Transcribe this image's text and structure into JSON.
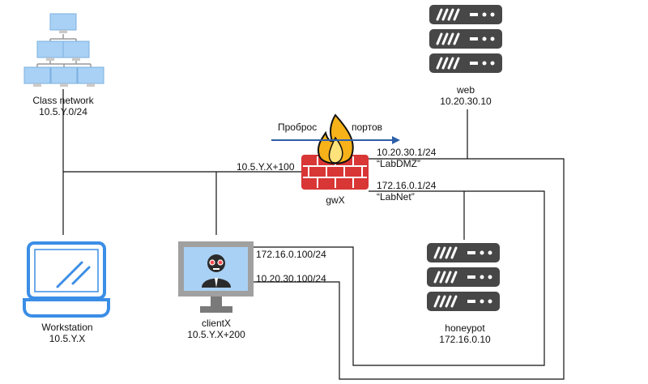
{
  "nodes": {
    "class_network": {
      "name": "Class network",
      "address": "10.5.Y.0/24",
      "icon": "network-tree-icon"
    },
    "web": {
      "name": "web",
      "address": "10.20.30.10",
      "icon": "server-icon"
    },
    "gateway": {
      "name": "gwX",
      "icon": "firewall-icon",
      "port_forward_left": "Проброс",
      "port_forward_right": "портов"
    },
    "workstation": {
      "name": "Workstation",
      "address": "10.5.Y.X",
      "icon": "laptop-icon"
    },
    "client": {
      "name": "clientX",
      "address": "10.5.Y.X+200",
      "icon": "monitor-hacker-icon"
    },
    "honeypot": {
      "name": "honeypot",
      "address": "172.16.0.10",
      "icon": "server-icon"
    }
  },
  "links": {
    "gw_outer_ip": "10.5.Y.X+100",
    "gw_dmz_ip": "10.20.30.1/24",
    "gw_dmz_name": "“LabDMZ”",
    "gw_lab_ip": "172.16.0.1/24",
    "gw_lab_name": "“LabNet”",
    "client_lab_ip": "172.16.0.100/24",
    "client_dmz_ip": "10.20.30.100/24"
  },
  "colors": {
    "wire": "#111111",
    "arrow": "#2d5fa8",
    "server_body": "#474747",
    "laptop_blue": "#3b8ee6",
    "net_screen": "#a9d1f5",
    "brick_red": "#d93636",
    "flame": "#f7b21a"
  }
}
